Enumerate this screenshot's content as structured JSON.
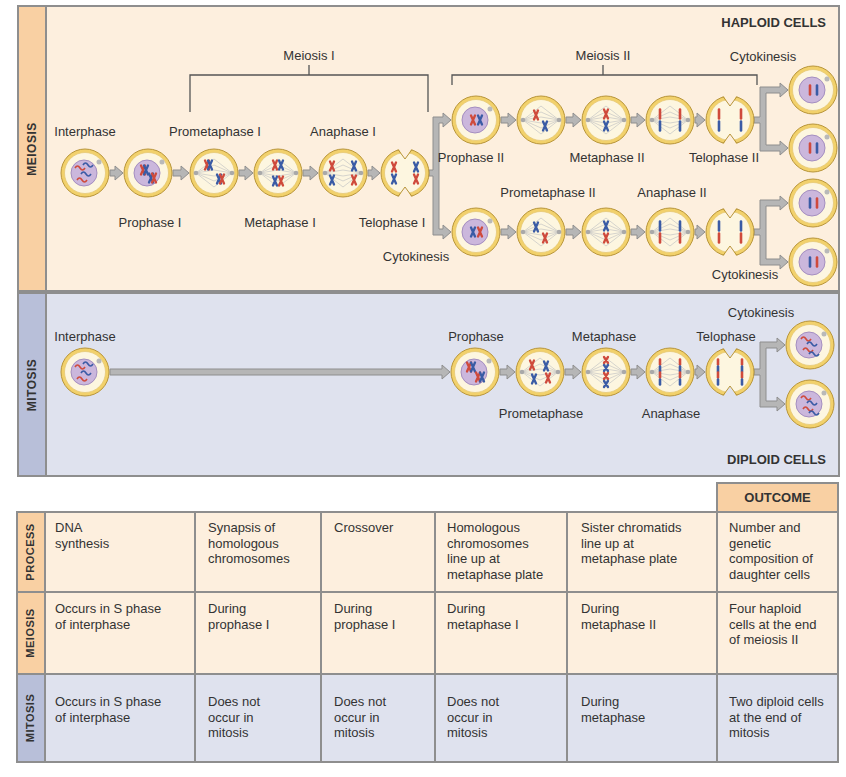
{
  "diagram": {
    "nodes": [
      {
        "text": [
          "MEIOSIS"
        ]
      },
      {
        "text": [
          "HAPLOID CELLS"
        ]
      },
      {
        "text": [
          "MITOSIS"
        ]
      },
      {
        "text": [
          "DIPLOID CELLS"
        ]
      }
    ],
    "labels": [
      "Meiosis I",
      "Meiosis II",
      "Cytokinesis",
      "Interphase",
      "Prometaphase I",
      "Anaphase I",
      "Prophase I",
      "Metaphase I",
      "Telophase I",
      "Cytokinesis",
      "Prophase II",
      "Metaphase II",
      "Telophase II",
      "Prometaphase II",
      "Anaphase II",
      "Cytokinesis",
      "Interphase",
      "Cytokinesis",
      "Prophase",
      "Metaphase",
      "Telophase",
      "Prometaphase",
      "Anaphase",
      "OUTCOME",
      "PROCESS",
      "DNA synthesis",
      "Synapsis of homologous chromosomes",
      "Crossover",
      "Homologous chromosomes line up at metaphase plate",
      "Sister chromatids line up at metaphase plate",
      "Number and genetic composition of daughter cells",
      "MEIOSIS",
      "Occurs in S phase of interphase",
      "During prophase I",
      "During prophase I",
      "During metaphase I",
      "During metaphase II",
      "Four haploid cells at the end of meiosis II",
      "MITOSIS",
      "Occurs in S phase of interphase",
      "Does not occur in mitosis",
      "Does not occur in mitosis",
      "Does not occur in mitosis",
      "During metaphase",
      "Two diploid cells at the end of mitosis"
    ]
  }
}
